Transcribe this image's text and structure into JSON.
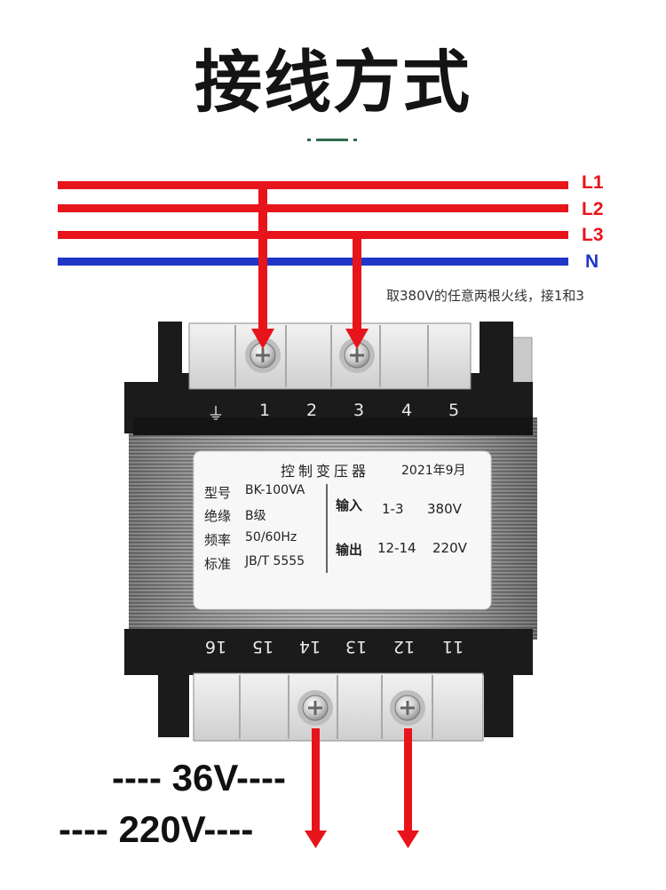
{
  "title": "接线方式",
  "lines": [
    {
      "label": "L1",
      "color": "#e8141b"
    },
    {
      "label": "L2",
      "color": "#e8141b"
    },
    {
      "label": "L3",
      "color": "#e8141b"
    },
    {
      "label": "N",
      "color": "#1f36c8"
    }
  ],
  "note": "取380V的任意两根火线，接1和3",
  "top_terminals": [
    "⏚",
    "1",
    "2",
    "3",
    "4",
    "5"
  ],
  "bottom_terminals": [
    "16",
    "15",
    "14",
    "13",
    "12",
    "11"
  ],
  "nameplate": {
    "title": "控制变压器",
    "date": "2021年9月",
    "rows": [
      {
        "label": "型号",
        "value": "BK-100VA"
      },
      {
        "label": "绝缘",
        "value": "B级"
      },
      {
        "label": "频率",
        "value": "50/60Hz"
      },
      {
        "label": "标准",
        "value": "JB/T 5555"
      }
    ],
    "input_label": "输入",
    "input_terminals": "1-3",
    "input_voltage": "380V",
    "output_label": "输出",
    "output_terminals": "12-14",
    "output_voltage": "220V"
  },
  "output_lines": [
    "---- 36V----",
    "---- 220V----"
  ],
  "colors": {
    "accent_red": "#e8141b",
    "neutral_blue": "#1f36c8",
    "title_deco": "#2e6b4f"
  }
}
